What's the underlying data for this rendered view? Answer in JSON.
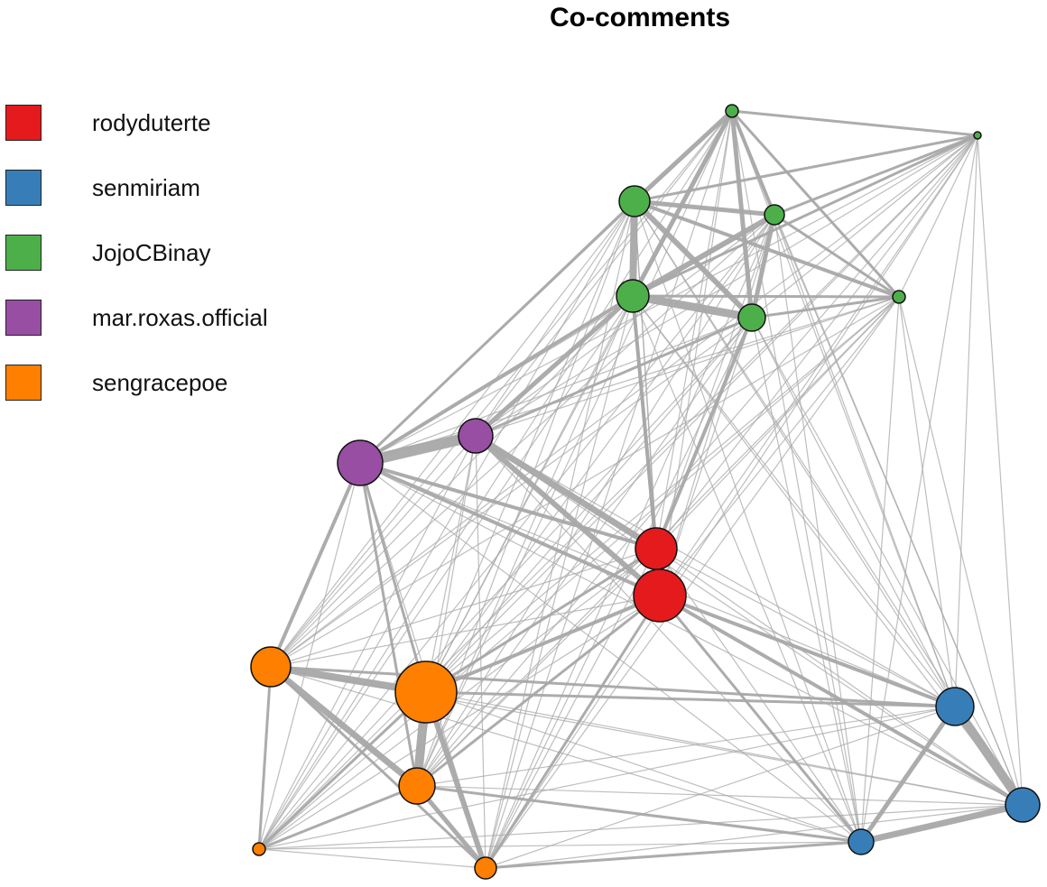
{
  "title": "Co-comments",
  "legend": [
    {
      "label": "rodyduterte",
      "color": "#E41A1C"
    },
    {
      "label": "senmiriam",
      "color": "#377EB8"
    },
    {
      "label": "JojoCBinay",
      "color": "#4DAF4A"
    },
    {
      "label": "mar.roxas.official",
      "color": "#984EA3"
    },
    {
      "label": "sengracepoe",
      "color": "#FF7F00"
    }
  ],
  "edge_color": "#A8A8A8"
}
